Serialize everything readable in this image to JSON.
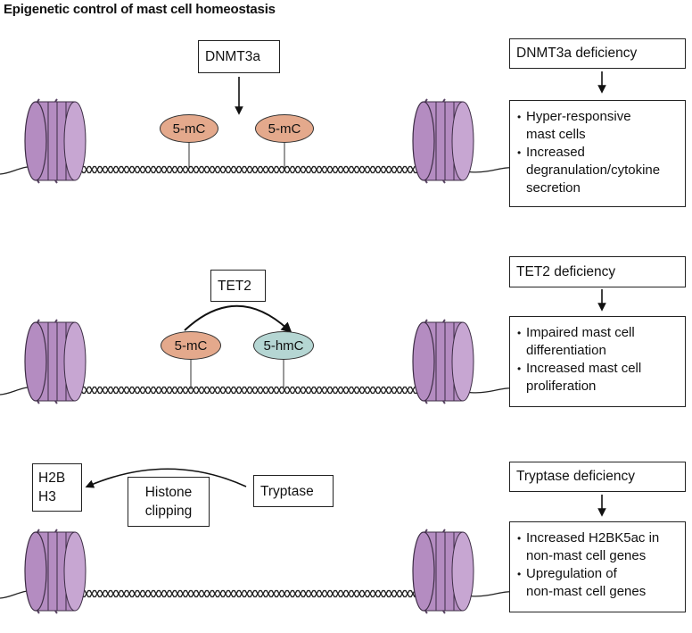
{
  "title": "Epigenetic control of mast cell homeostasis",
  "colors": {
    "nucleosome": "#b48cc1",
    "five_mc": "#e4a98c",
    "five_hmc": "#b5d6d3"
  },
  "panel1": {
    "enzyme": "DNMT3a",
    "marks": [
      "5-mC",
      "5-mC"
    ],
    "result_title": "DNMT3a deficiency",
    "results": [
      [
        "Hyper-responsive",
        "mast cells"
      ],
      [
        "Increased",
        "degranulation/cytokine",
        "secretion"
      ]
    ]
  },
  "panel2": {
    "enzyme": "TET2",
    "marks": [
      "5-mC",
      "5-hmC"
    ],
    "result_title": "TET2 deficiency",
    "results": [
      [
        "Impaired mast cell",
        "differentiation"
      ],
      [
        "Increased mast cell",
        "proliferation"
      ]
    ]
  },
  "panel3": {
    "histones": [
      "H2B",
      "H3"
    ],
    "process": [
      "Histone",
      "clipping"
    ],
    "enzyme": "Tryptase",
    "result_title": "Tryptase deficiency",
    "results": [
      [
        "Increased H2BK5ac in",
        "non-mast cell genes"
      ],
      [
        "Upregulation of",
        "non-mast cell genes"
      ]
    ]
  }
}
